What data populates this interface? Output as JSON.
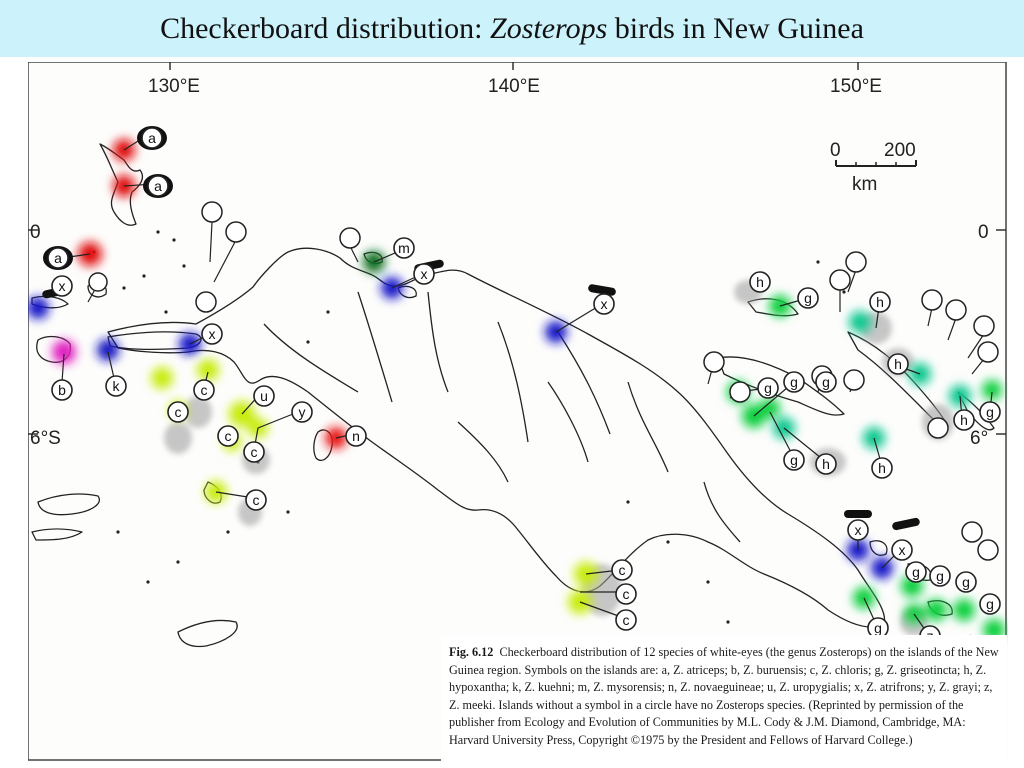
{
  "title": {
    "prefix": "Checkerboard distribution: ",
    "genus": "Zosterops",
    "suffix": " birds in New Guinea"
  },
  "map": {
    "longitude_labels": [
      "130°E",
      "140°E",
      "150°E"
    ],
    "latitude_labels": [
      "0",
      "6°S",
      "0",
      "6°"
    ],
    "scale": {
      "start": "0",
      "end": "200",
      "unit": "km"
    },
    "colors": {
      "a": "#e01010",
      "b": "#e020c0",
      "c": "#c8ec10",
      "g": "#10d040",
      "h": "#10c890",
      "k": "#1818c0",
      "m": "#107020",
      "n": "#e81818",
      "u": "#c8ec10",
      "x": "#1818c8",
      "y": "#c8ec10",
      "z": "#10d040"
    },
    "species_symbols": [
      "a",
      "b",
      "c",
      "g",
      "h",
      "k",
      "m",
      "n",
      "u",
      "x",
      "y",
      "z"
    ]
  },
  "caption": {
    "fig_label": "Fig. 6.12",
    "text": "  Checkerboard distribution of 12 species of white-eyes (the genus Zosterops) on the islands of the New Guinea region. Symbols on the islands are: a, Z. atriceps; b, Z. buruensis; c, Z. chloris; g, Z. griseotincta; h, Z. hypoxantha; k, Z. kuehni; m, Z. mysorensis; n, Z. novaeguineae; u, Z. uropygialis; x, Z. atrifrons; y, Z. grayi; z, Z. meeki. Islands without a symbol in a circle have no Zosterops species. (Reprinted by permission of the publisher from Ecology and Evolution of Communities by M.L. Cody & J.M. Diamond, Cambridge, MA: Harvard University Press, Copyright ©1975 by the President and Fellows of Harvard College.)"
  }
}
